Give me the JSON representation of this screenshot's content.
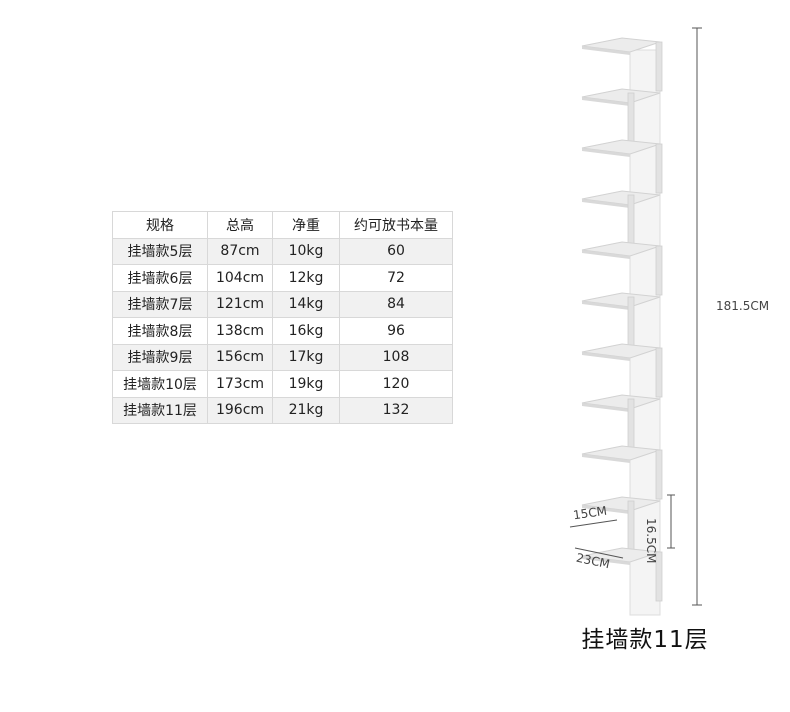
{
  "table": {
    "headers": [
      "规格",
      "总高",
      "净重",
      "约可放书本量"
    ],
    "rows": [
      [
        "挂墙款5层",
        "87cm",
        "10kg",
        "60"
      ],
      [
        "挂墙款6层",
        "104cm",
        "12kg",
        "72"
      ],
      [
        "挂墙款7层",
        "121cm",
        "14kg",
        "84"
      ],
      [
        "挂墙款8层",
        "138cm",
        "16kg",
        "96"
      ],
      [
        "挂墙款9层",
        "156cm",
        "17kg",
        "108"
      ],
      [
        "挂墙款10层",
        "173cm",
        "19kg",
        "120"
      ],
      [
        "挂墙款11层",
        "196cm",
        "21kg",
        "132"
      ]
    ]
  },
  "dimensions": {
    "height": "181.5CM",
    "depth": "15CM",
    "shelf_spacing": "16.5CM",
    "width": "23CM"
  },
  "caption": "挂墙款11层"
}
